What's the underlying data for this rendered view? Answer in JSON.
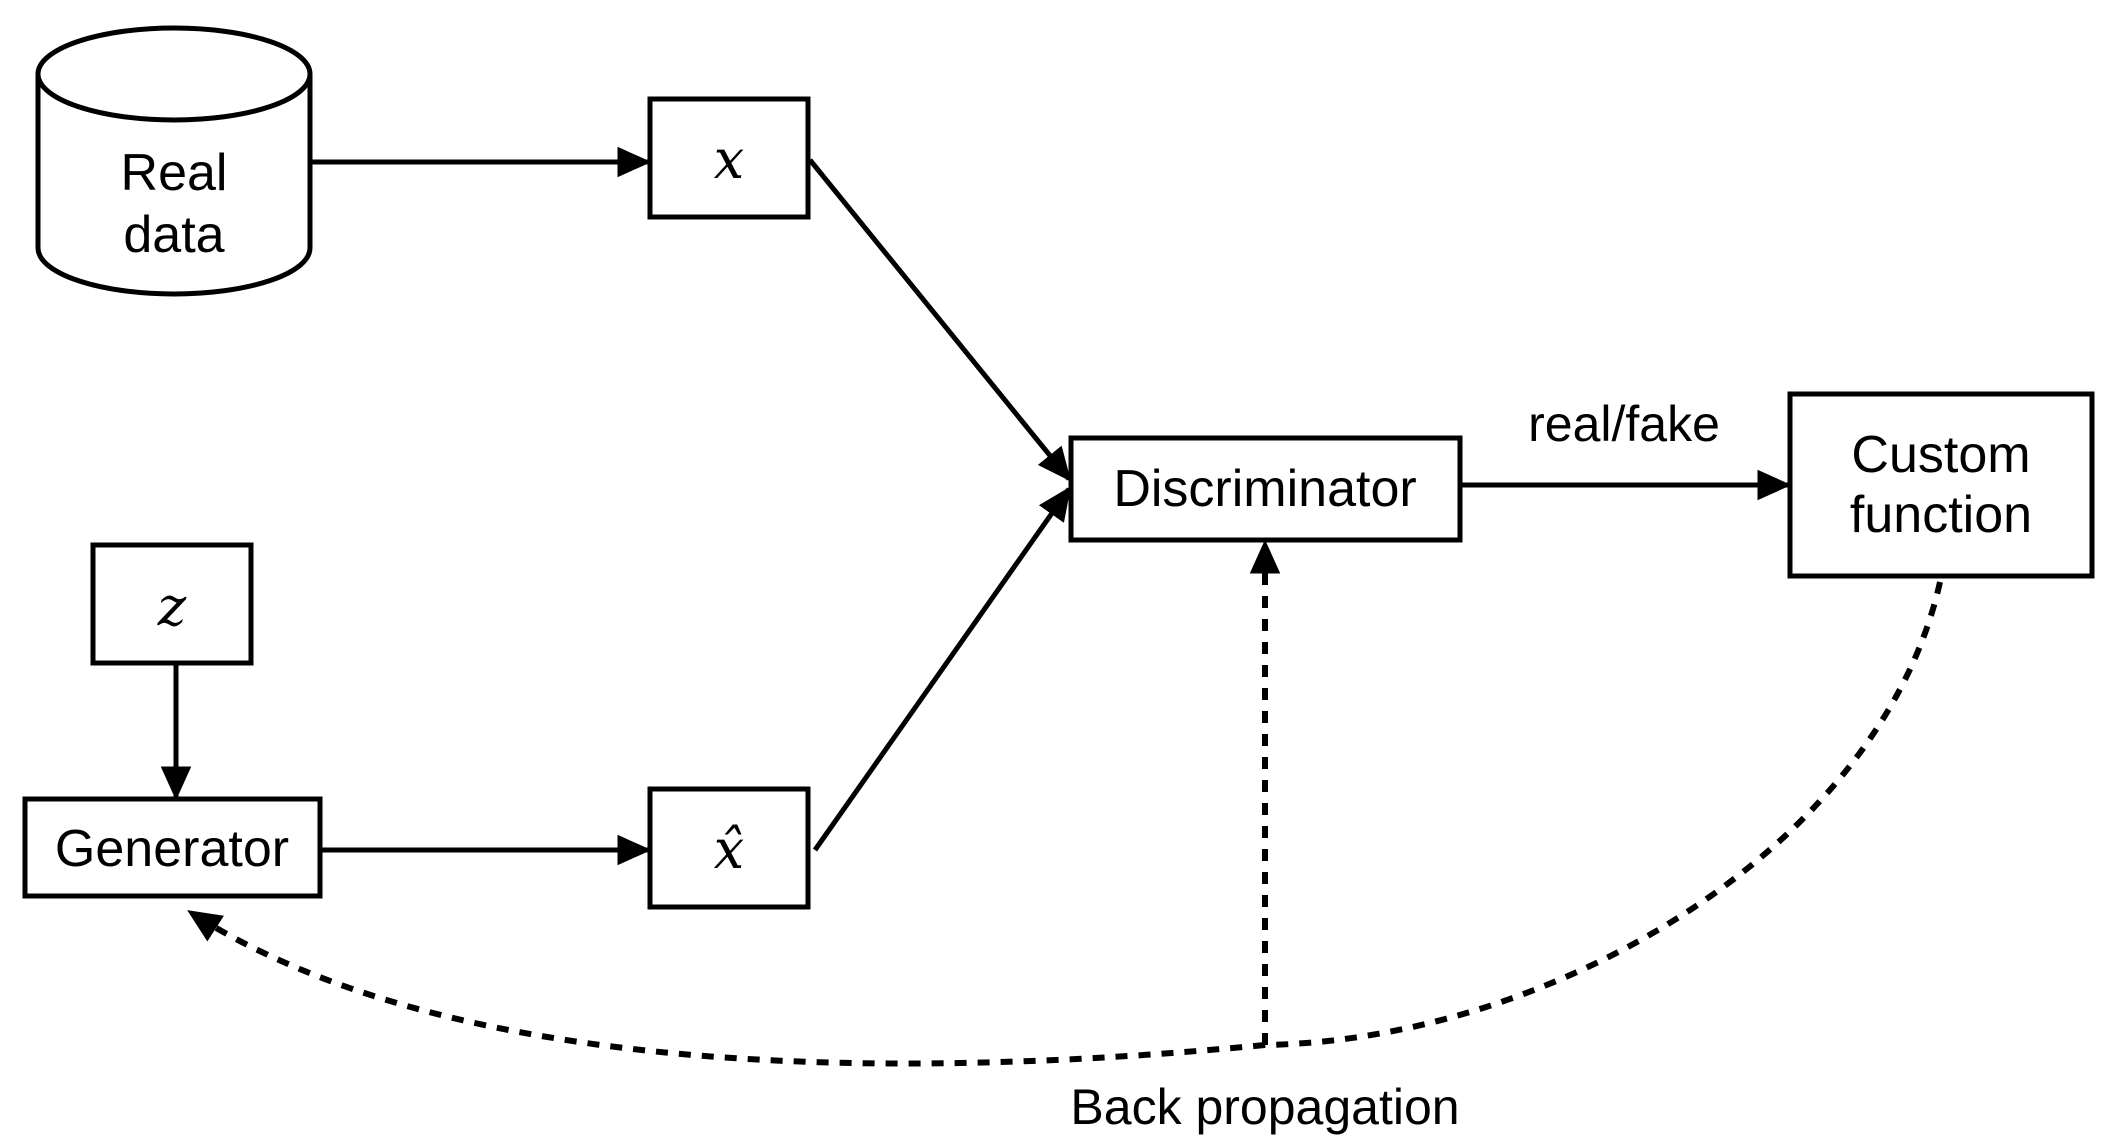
{
  "nodes": {
    "real_data": {
      "line1": "Real",
      "line2": "data"
    },
    "x": {
      "label": "x"
    },
    "z": {
      "label": "z"
    },
    "generator": {
      "label": "Generator"
    },
    "x_hat": {
      "label": "x̂"
    },
    "discriminator": {
      "label": "Discriminator"
    },
    "custom_function": {
      "line1": "Custom",
      "line2": "function"
    }
  },
  "edges": {
    "discriminator_to_custom": "real/fake",
    "back_propagation": "Back propagation"
  }
}
